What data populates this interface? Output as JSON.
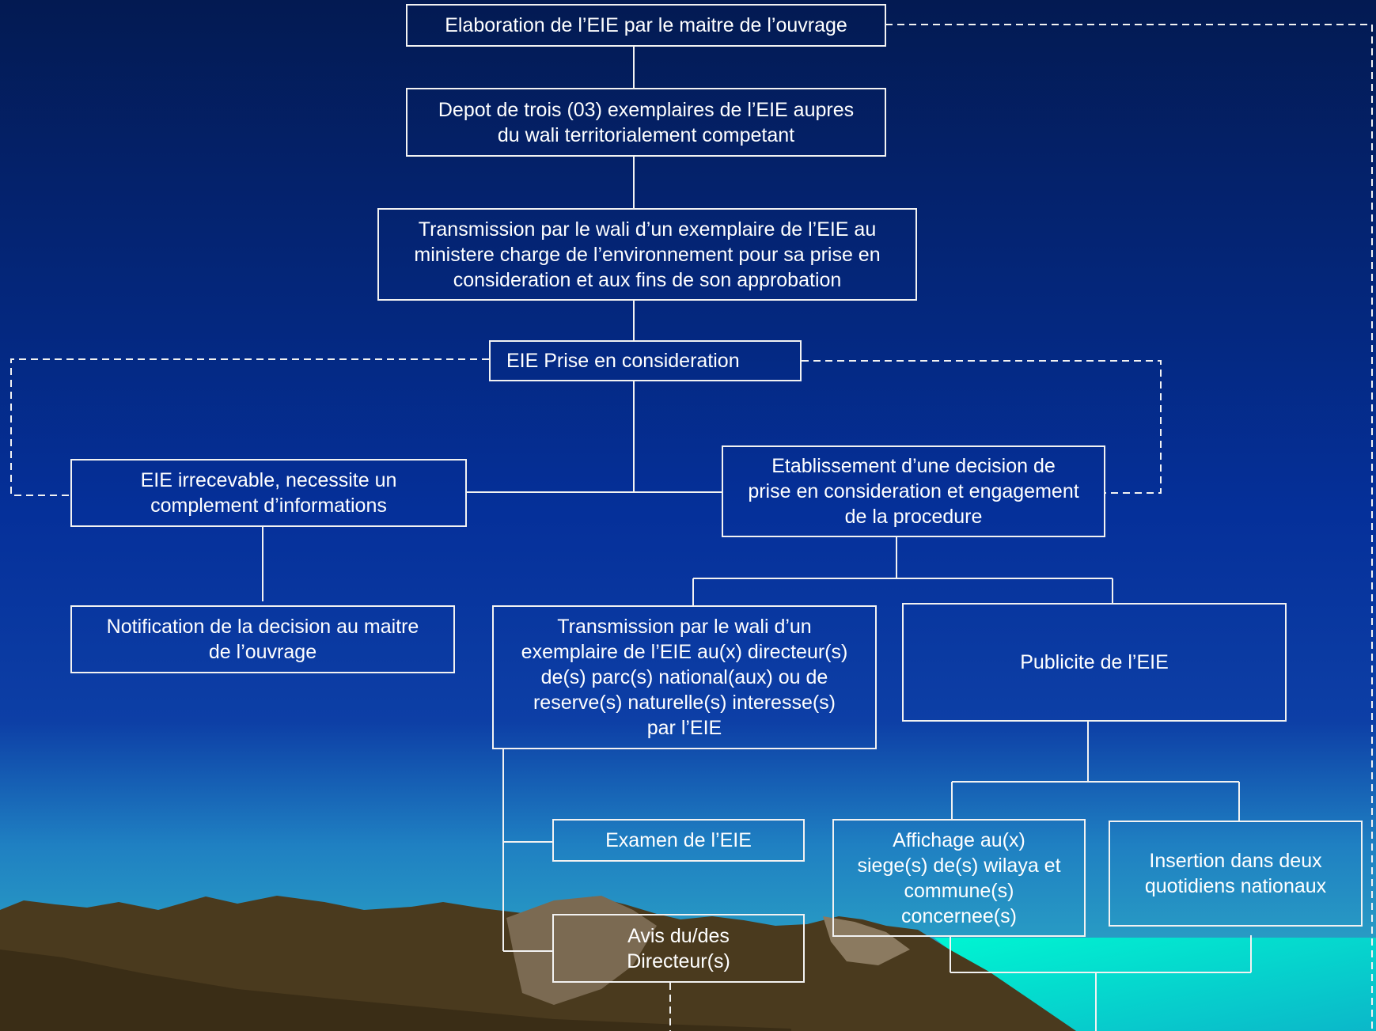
{
  "diagram": {
    "nodes": {
      "elaboration": "Elaboration de l’EIE par le maitre de l’ouvrage",
      "depot": "Depot de trois (03) exemplaires de l’EIE aupres\ndu wali territorialement competant",
      "transmission_ministere": "Transmission par le wali d’un exemplaire de l’EIE  au\nministere charge de l’environnement pour sa prise en\nconsideration et aux fins de son approbation",
      "prise_en_consideration": "EIE  Prise en consideration",
      "irrecevable": "EIE irrecevable, necessite un\ncomplement d’informations",
      "decision": "Etablissement d’une decision de\nprise en consideration et engagement\nde la procedure",
      "notification": "Notification de la decision au maitre\nde l’ouvrage",
      "transmission_directeurs": "Transmission par le wali d’un\nexemplaire de l’EIE au(x) directeur(s)\nde(s) parc(s)  national(aux)  ou de\nreserve(s) naturelle(s) interesse(s)\npar l’EIE",
      "publicite": "Publicite de l’EIE",
      "examen": "Examen   de l’EIE",
      "affichage": "Affichage au(x)\nsiege(s) de(s) wilaya et\ncommune(s)\nconcernee(s)",
      "insertion": "Insertion dans deux\nquotidiens nationaux",
      "avis": "Avis du/des\nDirecteur(s)"
    }
  },
  "colors": {
    "sky_top": "#031a52",
    "sky_mid": "#05309a",
    "sky_low": "#2ca3c7",
    "mountain": "#4a3a1e",
    "water": "#00f0d0",
    "line": "#f2f2f2"
  }
}
